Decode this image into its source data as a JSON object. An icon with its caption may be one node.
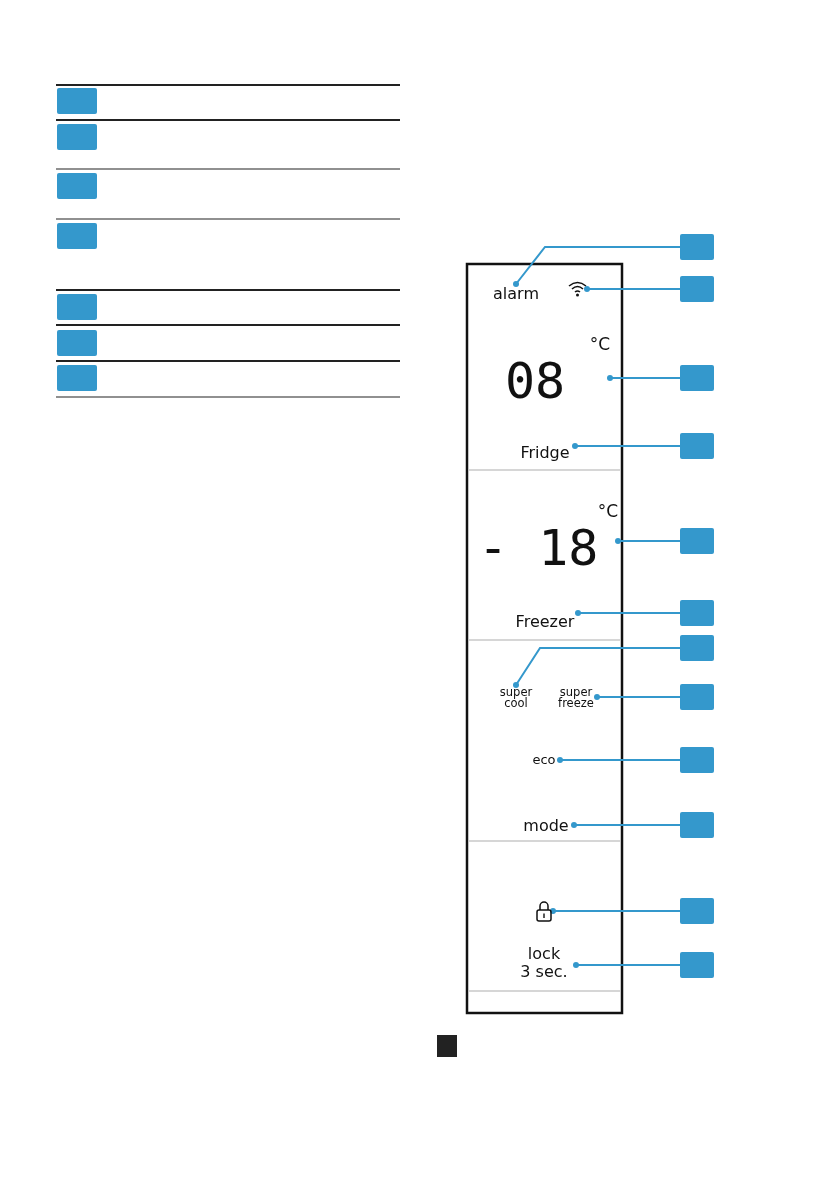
{
  "diagram": {
    "nodes": [
      {
        "text": [],
        "shape": "box"
      },
      {
        "text": [],
        "shape": "box"
      },
      {
        "text": [],
        "shape": "box"
      },
      {
        "text": [],
        "shape": "box"
      },
      {
        "text": [],
        "shape": "box"
      },
      {
        "text": [],
        "shape": "box"
      },
      {
        "text": [],
        "shape": "box"
      },
      {
        "text": [
          "alarm"
        ]
      },
      {
        "text": [],
        "shape": "icon"
      },
      {
        "text": [
          "°C",
          "08"
        ]
      },
      {
        "text": [
          "Fridge"
        ]
      },
      {
        "text": [
          "°C",
          "- 18"
        ]
      },
      {
        "text": [
          "Freezer"
        ]
      },
      {
        "text": [
          "super cool"
        ]
      },
      {
        "text": [
          "super freeze"
        ]
      },
      {
        "text": [
          "eco"
        ]
      },
      {
        "text": [
          "mode"
        ]
      },
      {
        "text": [],
        "shape": "icon"
      },
      {
        "text": [
          "lock 3 sec."
        ]
      },
      {
        "text": [],
        "shape": "box"
      },
      {
        "text": [],
        "shape": "box"
      },
      {
        "text": [],
        "shape": "box"
      },
      {
        "text": [],
        "shape": "box"
      },
      {
        "text": [],
        "shape": "box"
      },
      {
        "text": [],
        "shape": "box"
      },
      {
        "text": [],
        "shape": "box"
      },
      {
        "text": [],
        "shape": "box"
      },
      {
        "text": [],
        "shape": "box"
      },
      {
        "text": [],
        "shape": "box"
      },
      {
        "text": [],
        "shape": "box"
      },
      {
        "text": [],
        "shape": "box"
      }
    ],
    "edges": [
      {
        "from": 19,
        "to": 7,
        "arrow": "other"
      },
      {
        "from": 20,
        "to": 8,
        "arrow": "other"
      },
      {
        "from": 21,
        "to": 9,
        "arrow": "other"
      },
      {
        "from": 22,
        "to": 10,
        "arrow": "other"
      },
      {
        "from": 23,
        "to": 11,
        "arrow": "other"
      },
      {
        "from": 24,
        "to": 12,
        "arrow": "other"
      },
      {
        "from": 25,
        "to": 13,
        "arrow": "other"
      },
      {
        "from": 26,
        "to": 14,
        "arrow": "other"
      },
      {
        "from": 27,
        "to": 15,
        "arrow": "other"
      },
      {
        "from": 28,
        "to": 16,
        "arrow": "other"
      },
      {
        "from": 29,
        "to": 17,
        "arrow": "other"
      },
      {
        "from": 30,
        "to": 18,
        "arrow": "other"
      }
    ]
  }
}
